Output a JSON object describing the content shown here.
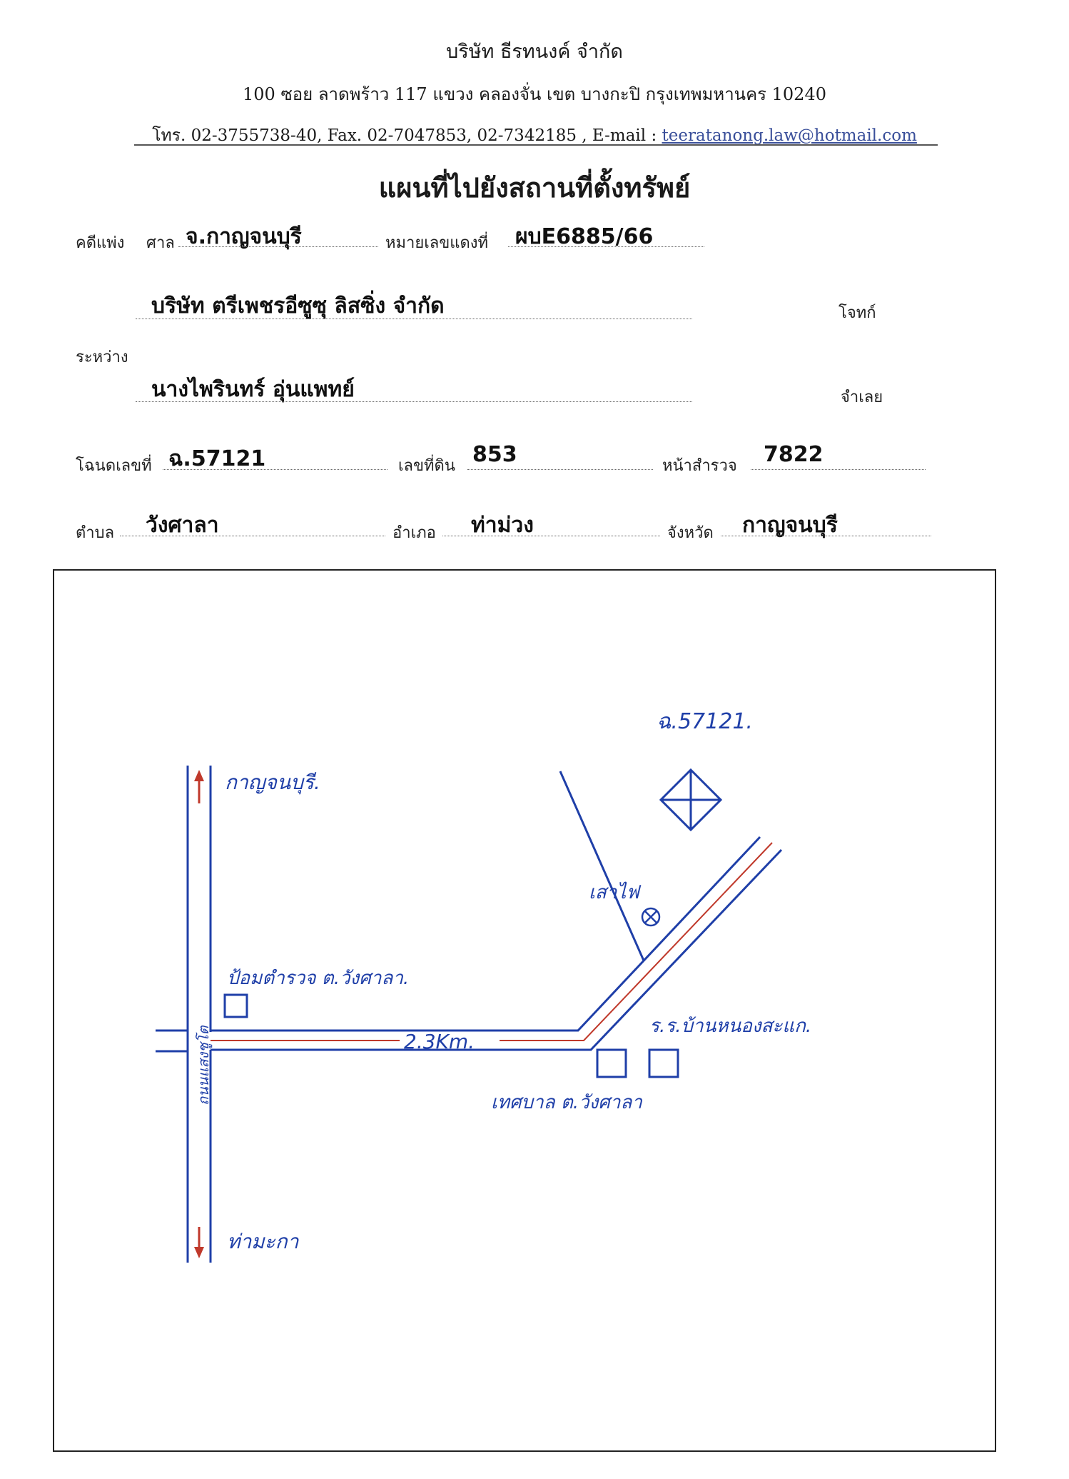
{
  "header": {
    "company": "บริษัท ธีรทนงค์ จำกัด",
    "address": "100  ซอย ลาดพร้าว 117   แขวง คลองจั่น   เขต บางกะปิ   กรุงเทพมหานคร  10240",
    "contact_prefix": "โทร. 02-3755738-40, Fax.  02-7047853, 02-7342185 , E-mail : ",
    "email": "teeratanong.law@hotmail.com"
  },
  "title": "แผนที่ไปยังสถานที่ตั้งทรัพย์",
  "case": {
    "civil_label": "คดีแพ่ง",
    "court_label": "ศาล",
    "court_value": "จ.กาญจนบุรี",
    "red_no_label": "หมายเลขแดงที่",
    "red_no_value": "ผบE6885/66",
    "plaintiff_name": "บริษัท ตรีเพชรอีซูซุ ลิสซิ่ง จำกัด",
    "plaintiff_label": "โจทก์",
    "between_label": "ระหว่าง",
    "defendant_name": "นางไพรินทร์ อุ่นแพทย์",
    "defendant_label": "จำเลย"
  },
  "land": {
    "title_deed_label": "โฉนดเลขที่",
    "title_deed_value": "ฉ.57121",
    "land_no_label": "เลขที่ดิน",
    "land_no_value": "853",
    "survey_label": "หน้าสำรวจ",
    "survey_value": "7822",
    "subdistrict_label": "ตำบล",
    "subdistrict_value": "วังศาลา",
    "district_label": "อำเภอ",
    "district_value": "ท่าม่วง",
    "province_label": "จังหวัด",
    "province_value": "กาญจนบุรี"
  },
  "map": {
    "deed_marker": "ฉ.57121.",
    "to_north": "กาญจนบุรี.",
    "to_south": "ท่ามะกา",
    "main_road": "ถนนแสงชูโต",
    "police_box": "ป้อมตำรวจ ต.วังศาลา.",
    "distance": "2.3Km.",
    "school": "ร.ร.บ้านหนองสะแก.",
    "municipality": "เทศบาล ต.วังศาลา",
    "line_label": "เสาไฟ",
    "colors": {
      "ink": "#1f3fa8",
      "road_center": "#c0392b"
    }
  }
}
